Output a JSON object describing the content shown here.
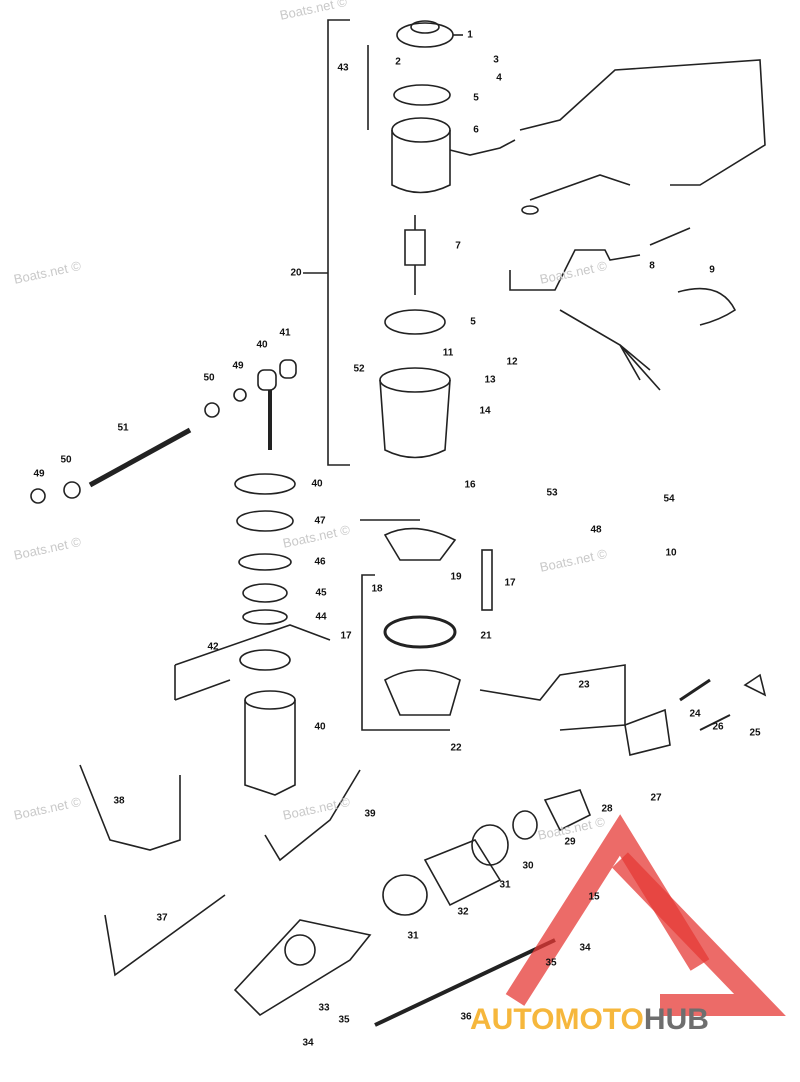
{
  "watermark": "Boats.net ©",
  "logo": {
    "part1": "AUTOMOTO",
    "part2": "HUB",
    "accent_color": "#e53935",
    "text_color_1": "#f6b73c",
    "text_color_2": "#6e6e6e"
  },
  "labels": [
    "1",
    "2",
    "3",
    "4",
    "5",
    "6",
    "43",
    "7",
    "20",
    "8",
    "9",
    "5",
    "41",
    "40",
    "11",
    "12",
    "52",
    "13",
    "49",
    "50",
    "14",
    "51",
    "50",
    "49",
    "40",
    "16",
    "53",
    "54",
    "48",
    "10",
    "47",
    "46",
    "19",
    "18",
    "17",
    "45",
    "44",
    "17",
    "21",
    "42",
    "23",
    "40",
    "24",
    "25",
    "26",
    "22",
    "38",
    "39",
    "27",
    "28",
    "29",
    "30",
    "31",
    "15",
    "32",
    "31",
    "34",
    "37",
    "35",
    "33",
    "35",
    "36",
    "34"
  ]
}
